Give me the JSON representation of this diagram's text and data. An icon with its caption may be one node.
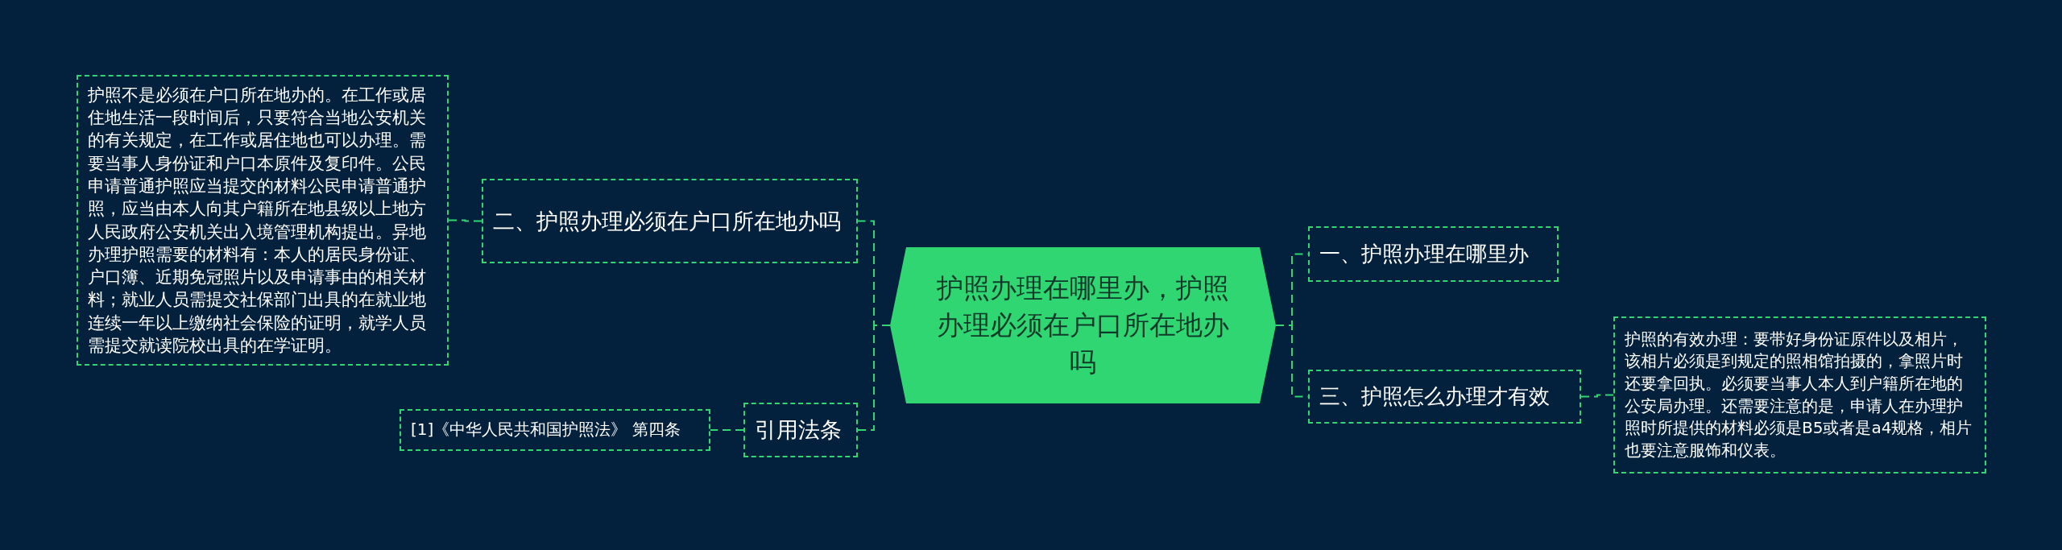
{
  "diagram": {
    "nodes": [
      {
        "text": [
          "护照办理在哪里办，护照办理必须在户口所在地办吗"
        ]
      },
      {
        "text": [
          "二、护照办理必须在户口所在地办吗"
        ]
      },
      {
        "text": [
          "护照不是必须在户口所在地办的。在工作或居住地生活一段时间后，只要符合当地公安机关的有关规定，在工作或居住地也可以办理。需要当事人身份证和户口本原件及复印件。公民申请普通护照应当提交的材料公民申请普通护照，应当由本人向其户籍所在地县级以上地方人民政府公安机关出入境管理机构提出。异地办理护照需要的材料有：本人的居民身份证、户口簿、近期免冠照片以及申请事由的相关材料；就业人员需提交社保部门出具的在就业地连续一年以上缴纳社会保险的证明，就学人员需提交就读院校出具的在学证明。"
        ]
      },
      {
        "text": [
          "引用法条"
        ]
      },
      {
        "text": [
          "[1]《中华人民共和国护照法》 第四条"
        ]
      },
      {
        "text": [
          "一、护照办理在哪里办"
        ]
      },
      {
        "text": [
          "三、护照怎么办理才有效"
        ]
      },
      {
        "text": [
          "护照的有效办理：要带好身份证原件以及相片，该相片必须是到规定的照相馆拍摄的，拿照片时还要拿回执。必须要当事人本人到户籍所在地的公安局办理。还需要注意的是，申请人在办理护照时所提供的材料必须是B5或者是a4规格，相片也要注意服饰和仪表。"
        ]
      }
    ],
    "edges": [
      {
        "from": 0,
        "to": 1,
        "arrow": "none"
      },
      {
        "from": 1,
        "to": 2,
        "arrow": "none"
      },
      {
        "from": 0,
        "to": 3,
        "arrow": "none"
      },
      {
        "from": 3,
        "to": 4,
        "arrow": "none"
      },
      {
        "from": 0,
        "to": 5,
        "arrow": "none"
      },
      {
        "from": 0,
        "to": 6,
        "arrow": "none"
      },
      {
        "from": 6,
        "to": 7,
        "arrow": "none"
      }
    ]
  }
}
